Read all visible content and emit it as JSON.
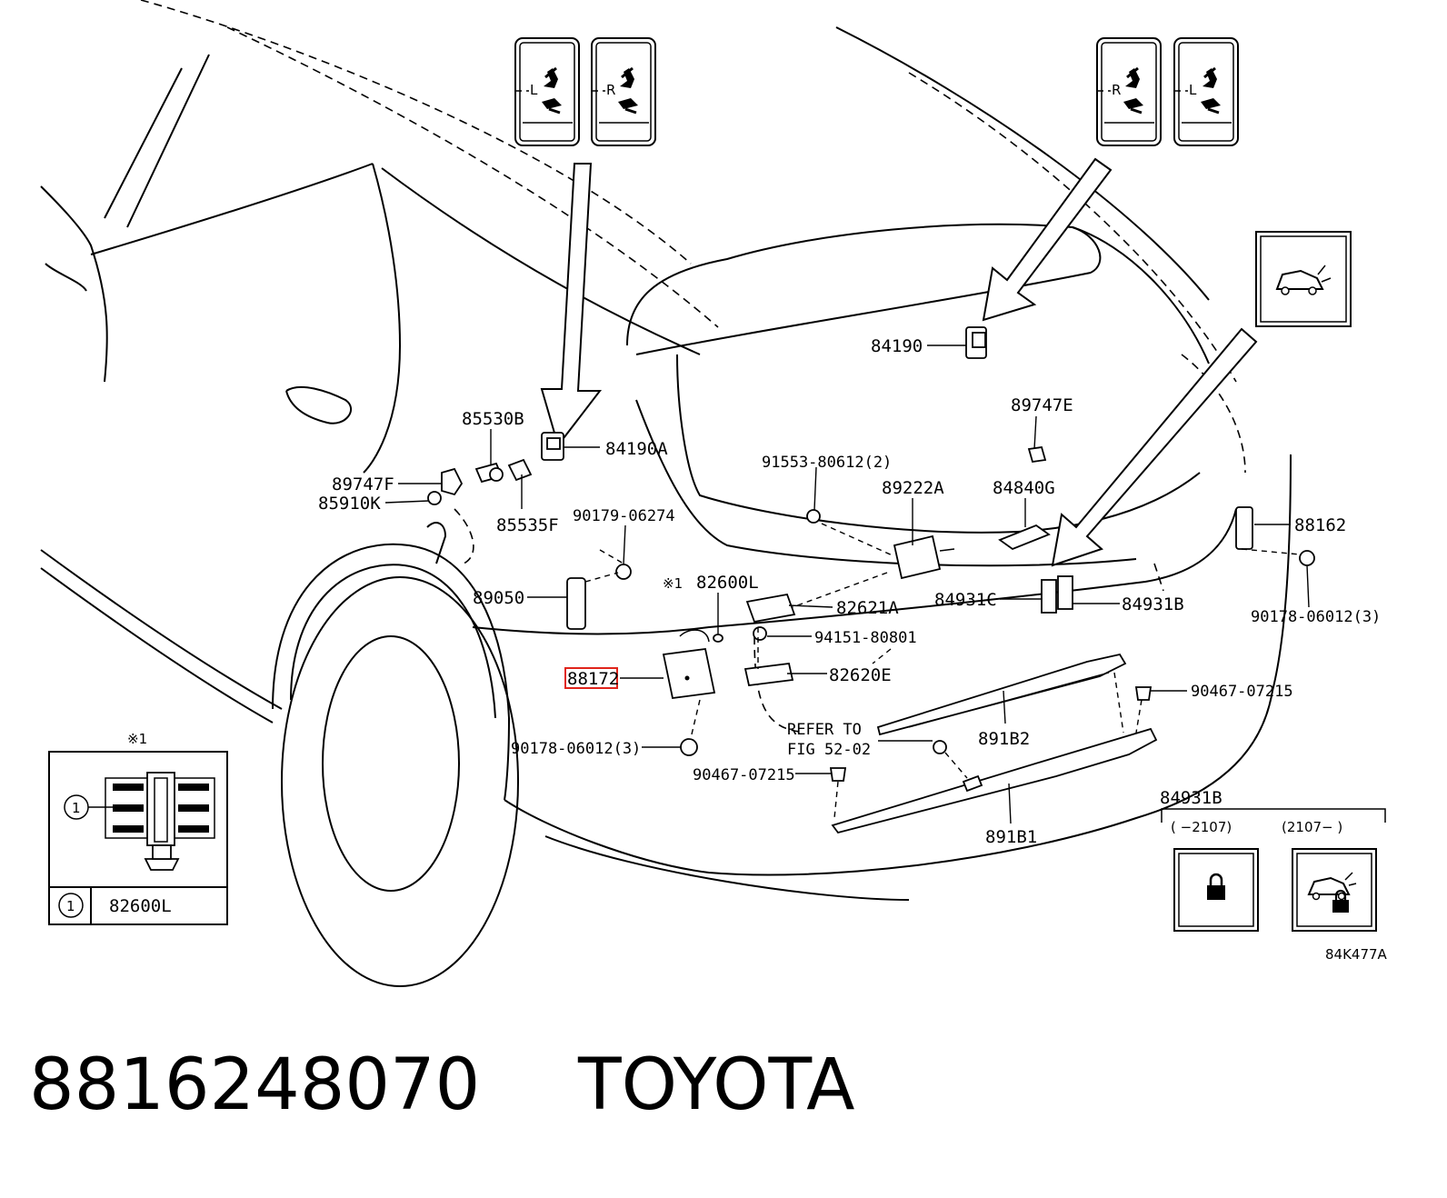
{
  "callouts": {
    "p84190": "84190",
    "p85530B": "85530B",
    "p84190A": "84190A",
    "p89747F": "89747F",
    "p85910K": "85910K",
    "p85535F": "85535F",
    "p90179": "90179-06274",
    "p89050": "89050",
    "p82600L": "82600L",
    "mark1": "※1",
    "p88172": "88172",
    "p90178L": "90178-06012(3)",
    "p90467L": "90467-07215",
    "p89747E": "89747E",
    "p91553": "91553-80612(2)",
    "p89222A": "89222A",
    "p84840G": "84840G",
    "p82621A": "82621A",
    "p94151": "94151-80801",
    "p82620E": "82620E",
    "p84931C": "84931C",
    "p84931B": "84931B",
    "p88162": "88162",
    "p90178R": "90178-06012(3)",
    "p90467R": "90467-07215",
    "p891B2": "891B2",
    "p891B1": "891B1",
    "refer1": "REFER TO",
    "refer2": "FIG 52-02"
  },
  "seat_icons": {
    "left_pair": [
      "L",
      "R"
    ],
    "right_pair": [
      "R",
      "L"
    ]
  },
  "inset": {
    "mark": "※1",
    "index": "1",
    "part": "82600L"
  },
  "variants": {
    "header": "84931B",
    "before": "(  −2107)",
    "after": "(2107−  )",
    "icons": [
      "lock-icon",
      "vehicle-lock-icon"
    ]
  },
  "top_right_icon": "vehicle-hatch-icon",
  "figure_code": "84K477A",
  "footer": {
    "part_number": "8816248070",
    "brand": "TOYOTA"
  },
  "highlight_color": "#e0241b"
}
